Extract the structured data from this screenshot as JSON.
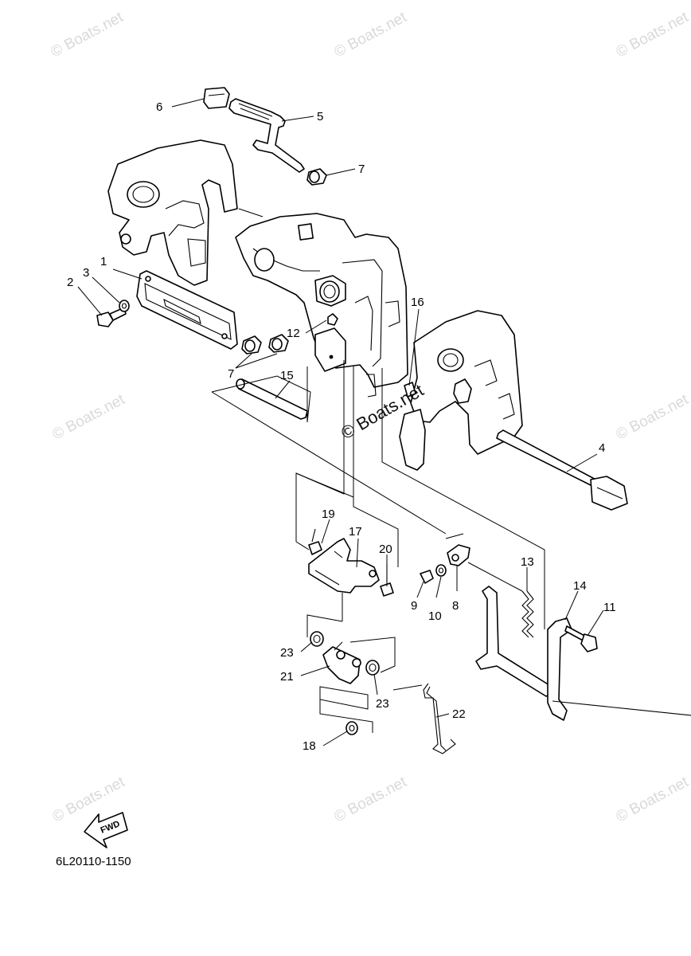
{
  "diagram_code": "6L20110-1150",
  "watermark_text": "© Boats.net",
  "fwd_label": "FWD",
  "callouts": [
    "1",
    "2",
    "3",
    "4",
    "5",
    "6",
    "7",
    "7",
    "8",
    "9",
    "10",
    "11",
    "12",
    "13",
    "14",
    "15",
    "16",
    "17",
    "18",
    "19",
    "20",
    "21",
    "22",
    "23",
    "23"
  ]
}
